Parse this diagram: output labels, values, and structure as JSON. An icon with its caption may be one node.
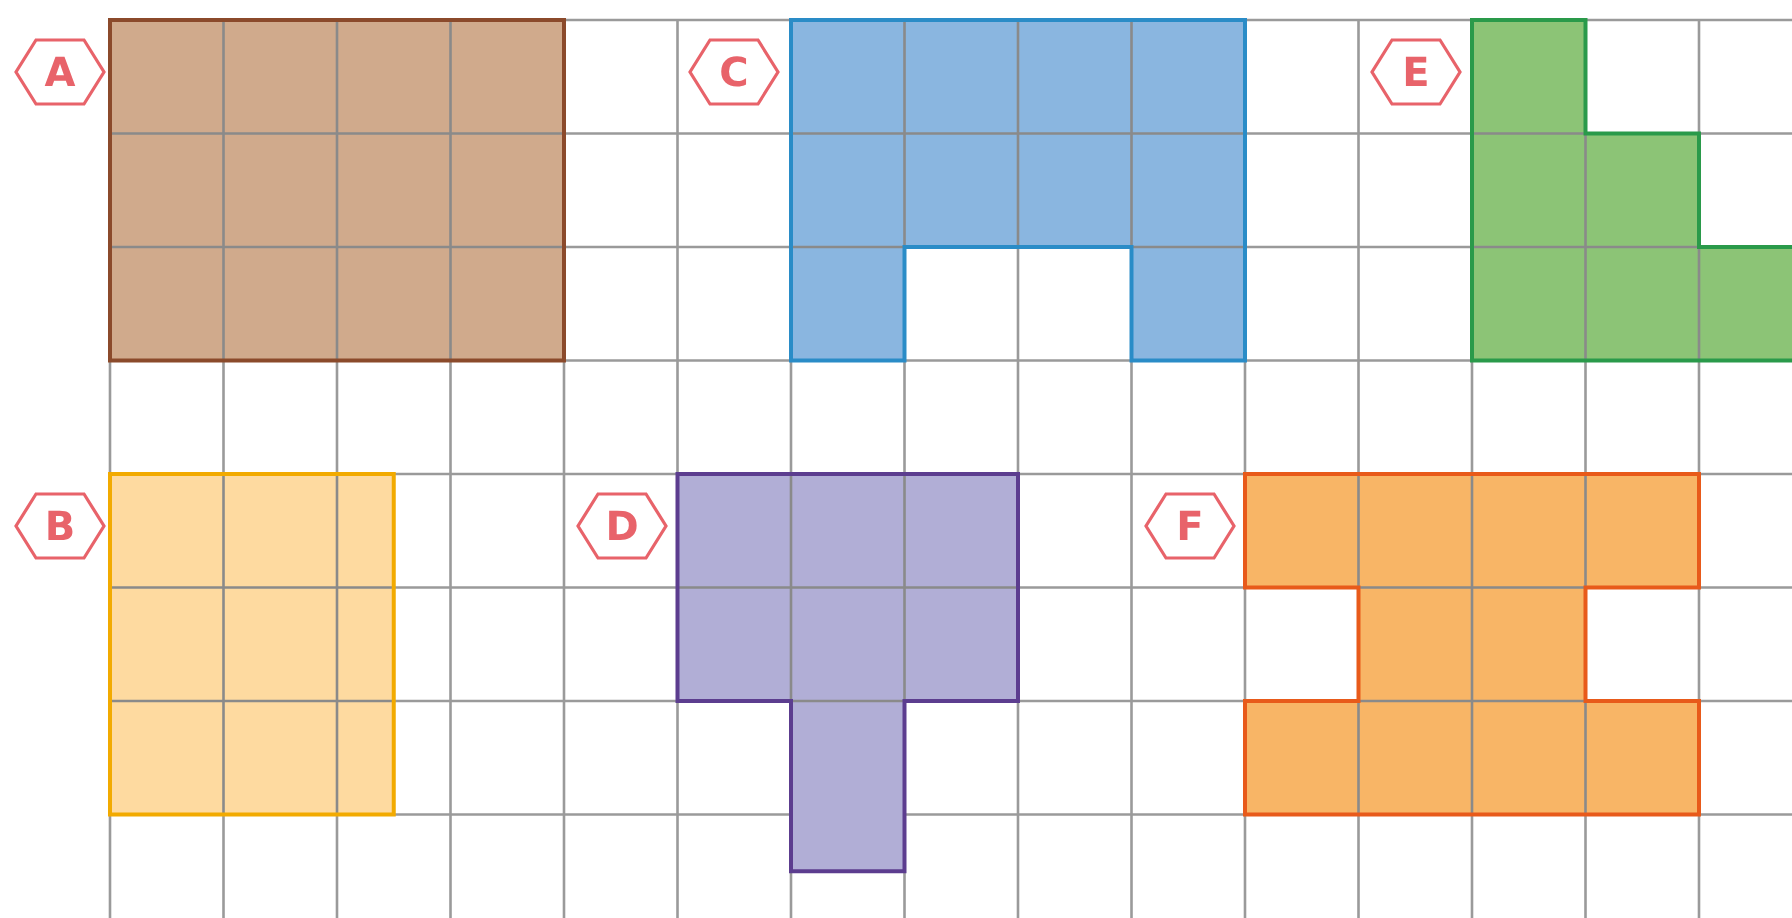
{
  "diagram": {
    "nodes": [
      {
        "text": [
          "A"
        ]
      },
      {
        "text": [
          "C"
        ]
      },
      {
        "text": [
          "E"
        ]
      },
      {
        "text": [
          "B"
        ]
      },
      {
        "text": [
          "D"
        ]
      },
      {
        "text": [
          "F"
        ]
      }
    ]
  }
}
